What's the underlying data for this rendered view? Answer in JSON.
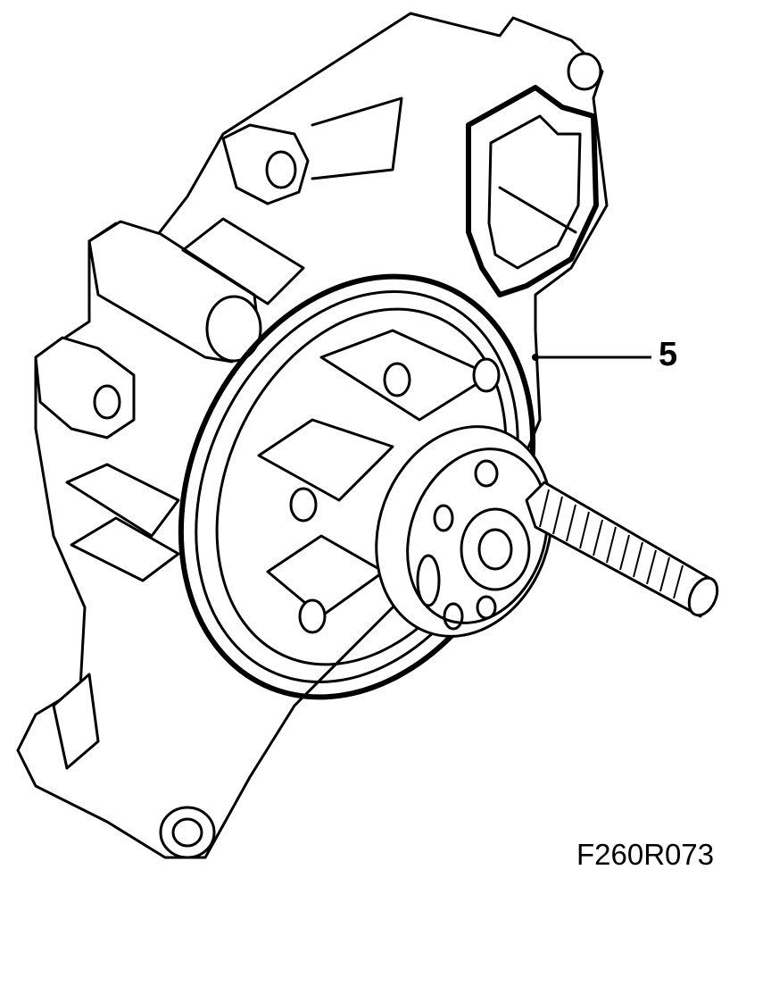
{
  "diagram": {
    "callout": {
      "number": "5"
    },
    "figure_code": "F260R073",
    "icons": [
      "water-pump-illustration",
      "gasket-seal",
      "pulley-hub",
      "threaded-stud"
    ]
  }
}
